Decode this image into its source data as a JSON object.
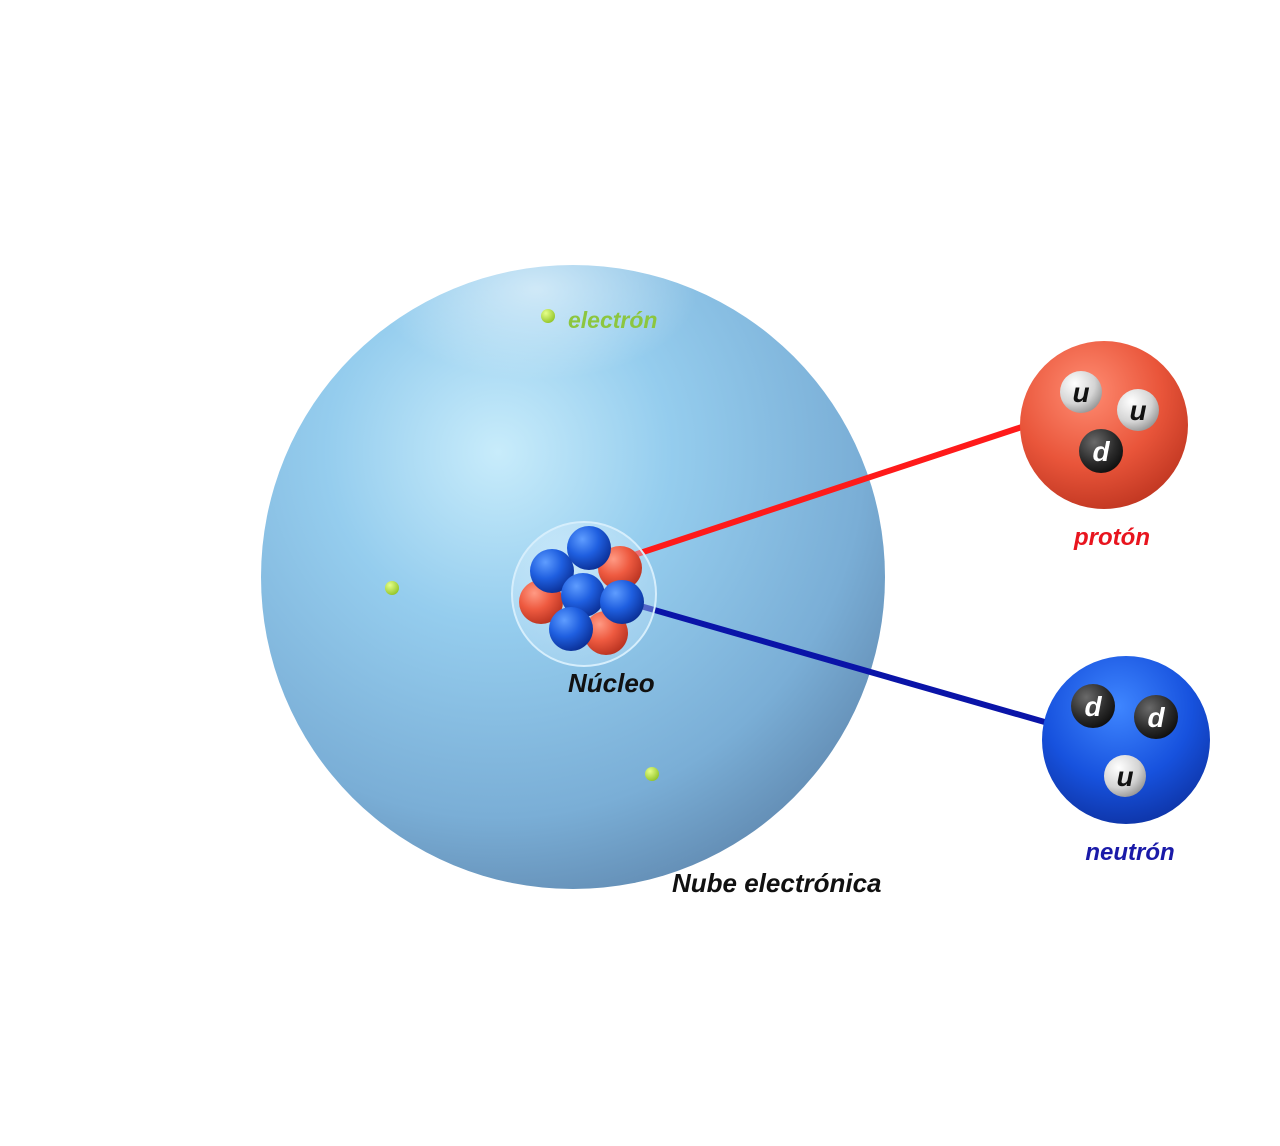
{
  "labels": {
    "electron": "electrón",
    "nucleus": "Núcleo",
    "cloud": "Nube electrónica",
    "proton": "protón",
    "neutron": "neutrón"
  },
  "quarks": {
    "proton": [
      "u",
      "u",
      "d"
    ],
    "neutron": [
      "d",
      "d",
      "u"
    ]
  },
  "colors": {
    "cloud": "#8cc6ec",
    "electron": "#a6d62e",
    "electron_label": "#8cc63f",
    "proton": "#ee5a40",
    "proton_link": "#ff1a1a",
    "proton_label": "#e8141e",
    "neutron": "#1f5fe0",
    "neutron_link": "#0a14a8",
    "neutron_label": "#1a1aa8",
    "text": "#111111"
  }
}
